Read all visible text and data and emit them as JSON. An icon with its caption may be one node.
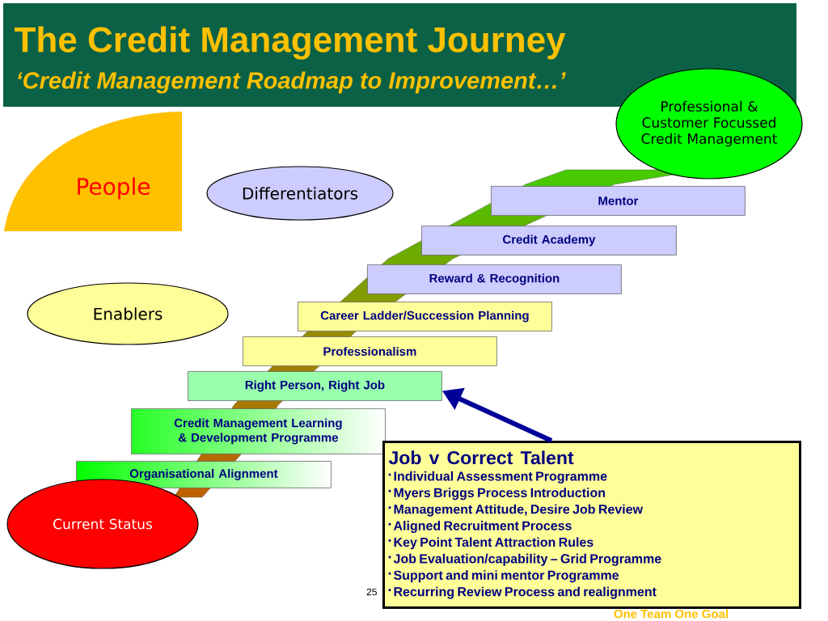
{
  "diagram": {
    "title": "The Credit Management Journey",
    "nodes": [
      {
        "text": [
          "People"
        ]
      },
      {
        "text": [
          "Differentiators"
        ]
      },
      {
        "text": [
          "Enablers"
        ]
      },
      {
        "text": [
          "Professional & Customer Focussed Credit Management"
        ]
      },
      {
        "text": [
          "Mentor"
        ]
      },
      {
        "text": [
          "Credit Academy"
        ]
      },
      {
        "text": [
          "Reward & Recognition"
        ]
      },
      {
        "text": [
          "Career Ladder/Succession Planning"
        ]
      },
      {
        "text": [
          "Professionalism"
        ]
      },
      {
        "text": [
          "Right Person, Right Job"
        ]
      },
      {
        "text": [
          "Credit Management Learning & Development Programme"
        ]
      },
      {
        "text": [
          "Organisational Alignment"
        ]
      },
      {
        "text": [
          "Current Status"
        ]
      },
      {
        "text": [
          "Job v Correct Talent",
          "Individual Assessment Programme",
          "Myers Briggs Process Introduction",
          "Management Attitude, Desire Job Review",
          "Aligned Recruitment Process",
          "Key Point Talent Attraction Rules",
          "Job Evaluation/capability – Grid Programme",
          "Support and mini mentor Programme",
          "Recurring Review Process and realignment"
        ]
      }
    ],
    "edges": [
      {
        "from": 13,
        "to": 9,
        "arrow": "to",
        "color": "#000099"
      }
    ],
    "labels": [
      "‘Credit Management Roadmap to Improvement…’",
      "25",
      "One Team One Goal"
    ]
  }
}
